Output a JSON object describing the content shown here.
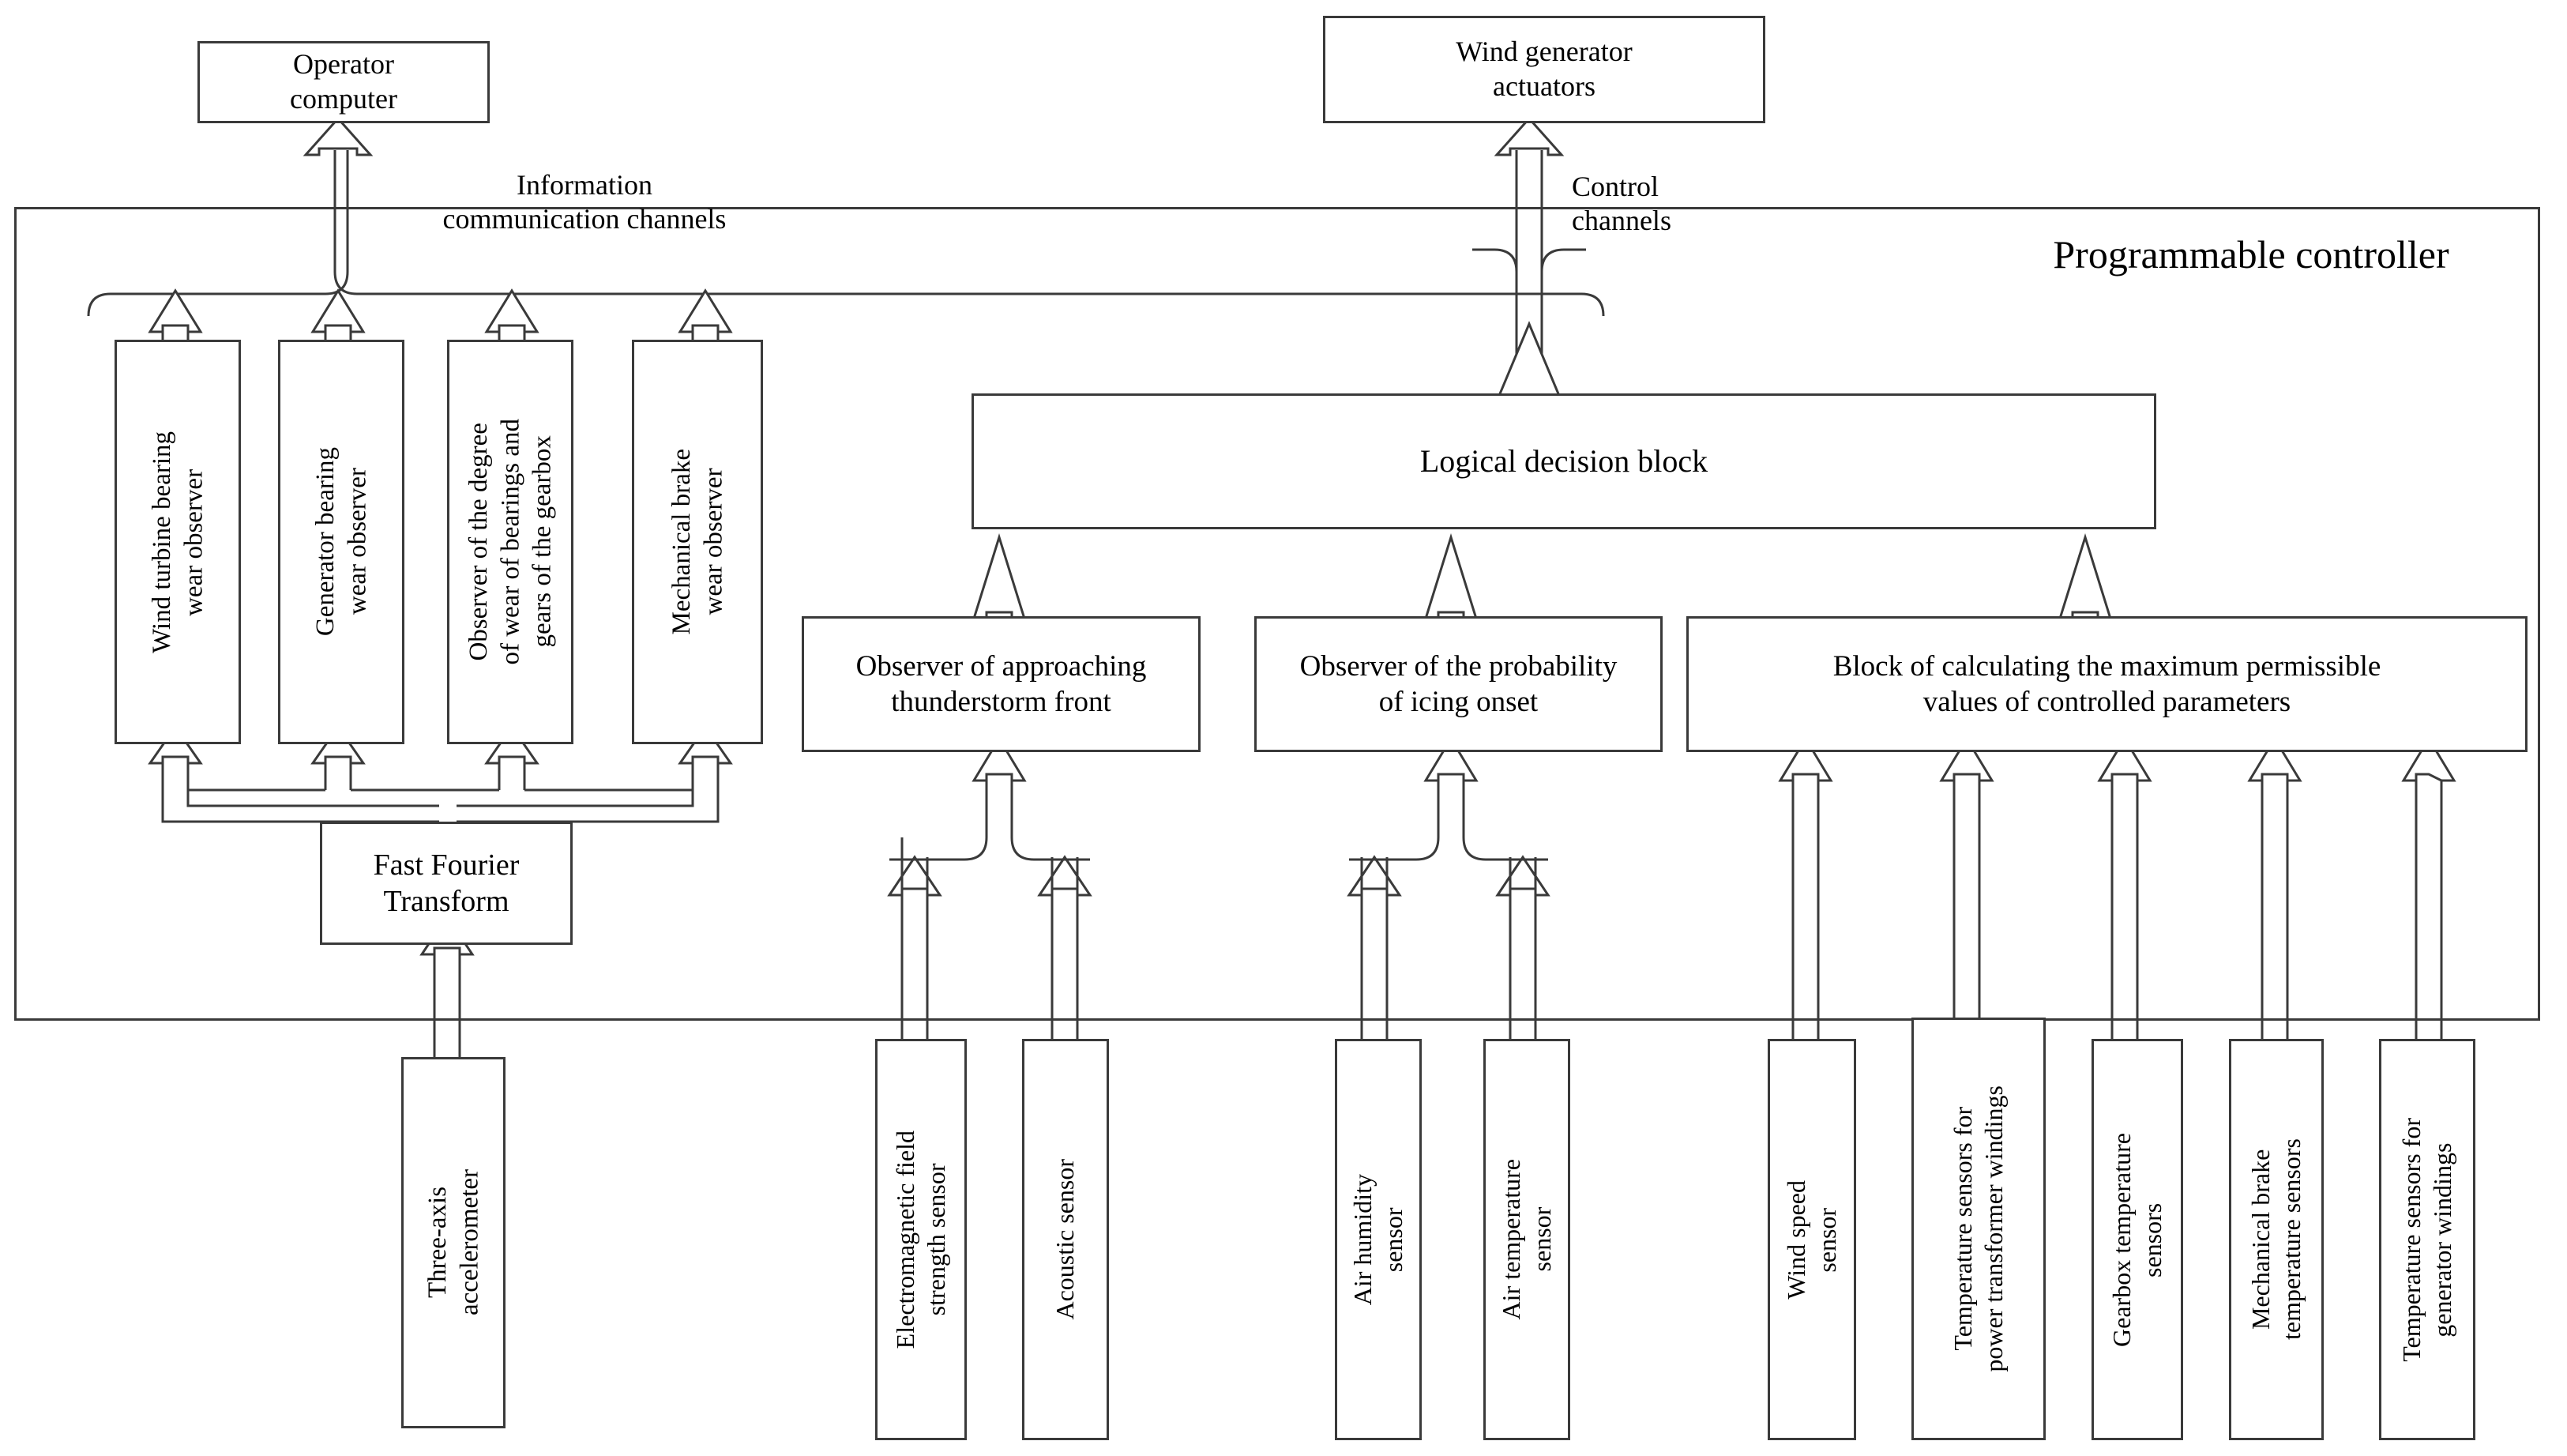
{
  "diagram": {
    "title_label": "Programmable controller",
    "annotations": [
      {
        "name": "information-communication-channels",
        "text": "Information\ncommunication channels"
      },
      {
        "name": "control-channels",
        "text": "Control\nchannels"
      }
    ],
    "external_blocks": [
      {
        "id": "operator-computer",
        "label": "Operator\ncomputer"
      },
      {
        "id": "wind-generator-actuators",
        "label": "Wind generator\nactuators"
      }
    ],
    "observer_blocks": [
      {
        "id": "wind-turbine-bearing-wear-observer",
        "label": "Wind turbine bearing\nwear observer"
      },
      {
        "id": "generator-bearing-wear-observer",
        "label": "Generator bearing\nwear observer"
      },
      {
        "id": "gearbox-wear-observer",
        "label": "Observer of the degree\nof wear of bearings and\ngears of the gearbox"
      },
      {
        "id": "mechanical-brake-wear-observer",
        "label": "Mechanical brake\nwear observer"
      }
    ],
    "processing_blocks": [
      {
        "id": "fast-fourier-transform",
        "label": "Fast Fourier\nTransform"
      },
      {
        "id": "logical-decision-block",
        "label": "Logical decision block"
      }
    ],
    "analysis_blocks": [
      {
        "id": "thunderstorm-front-observer",
        "label": "Observer of approaching\nthunderstorm front"
      },
      {
        "id": "icing-probability-observer",
        "label": "Observer of the probability\nof icing onset"
      },
      {
        "id": "max-permissible-values-block",
        "label": "Block of calculating the maximum permissible\nvalues of controlled parameters"
      }
    ],
    "sensors": [
      {
        "id": "three-axis-accelerometer",
        "label": "Three-axis\naccelerometer"
      },
      {
        "id": "electromagnetic-field-strength-sensor",
        "label": "Electromagnetic field\nstrength sensor"
      },
      {
        "id": "acoustic-sensor",
        "label": "Acoustic sensor"
      },
      {
        "id": "air-humidity-sensor",
        "label": "Air humidity\nsensor"
      },
      {
        "id": "air-temperature-sensor",
        "label": "Air temperature\nsensor"
      },
      {
        "id": "wind-speed-sensor",
        "label": "Wind speed\nsensor"
      },
      {
        "id": "power-transformer-winding-temperature-sensors",
        "label": "Temperature sensors for\npower transformer windings"
      },
      {
        "id": "gearbox-temperature-sensors",
        "label": "Gearbox temperature\nsensors"
      },
      {
        "id": "mechanical-brake-temperature-sensors",
        "label": "Mechanical brake\ntemperature sensors"
      },
      {
        "id": "generator-winding-temperature-sensors",
        "label": "Temperature sensors for\ngenerator windings"
      }
    ],
    "colors": {
      "stroke": "#3a3a3a",
      "text": "#000000",
      "background": "#ffffff"
    }
  }
}
